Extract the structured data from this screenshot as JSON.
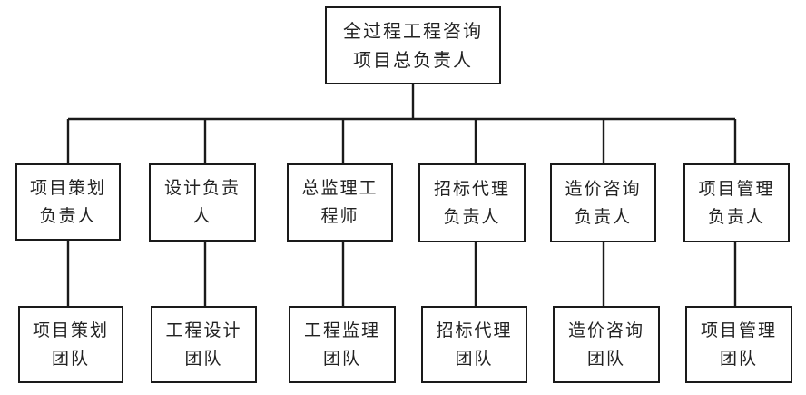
{
  "root": {
    "line1": "全过程工程咨询",
    "line2": "项目总负责人"
  },
  "managers": [
    {
      "line1": "项目策划",
      "line2": "负责人"
    },
    {
      "line1": "设计负责",
      "line2": "人"
    },
    {
      "line1": "总监理工",
      "line2": "程师"
    },
    {
      "line1": "招标代理",
      "line2": "负责人"
    },
    {
      "line1": "造价咨询",
      "line2": "负责人"
    },
    {
      "line1": "项目管理",
      "line2": "负责人"
    }
  ],
  "teams": [
    {
      "line1": "项目策划",
      "line2": "团队"
    },
    {
      "line1": "工程设计",
      "line2": "团队"
    },
    {
      "line1": "工程监理",
      "line2": "团队"
    },
    {
      "line1": "招标代理",
      "line2": "团队"
    },
    {
      "line1": "造价咨询",
      "line2": "团队"
    },
    {
      "line1": "项目管理",
      "line2": "团队"
    }
  ]
}
